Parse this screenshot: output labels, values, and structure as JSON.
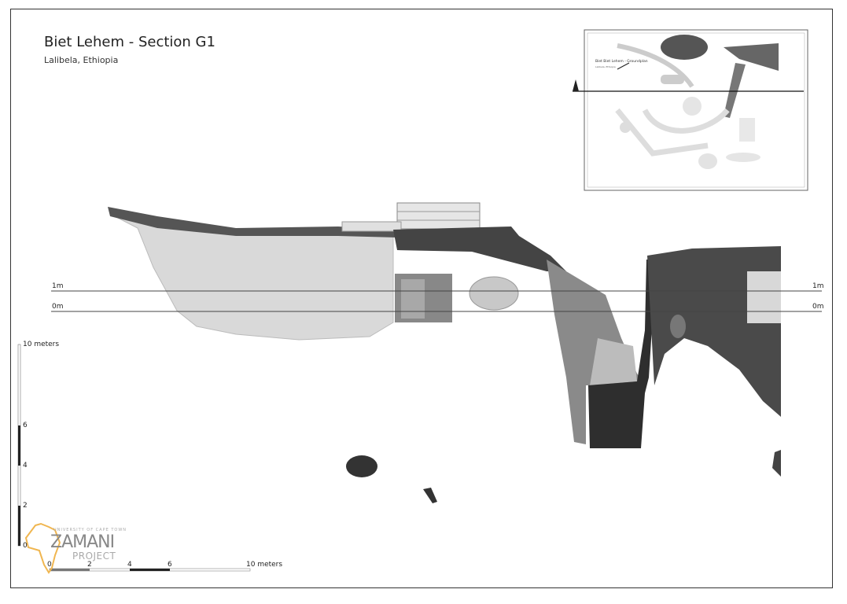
{
  "header": {
    "title": "Biet Lehem - Section G1",
    "subtitle": "Lalibela, Ethiopia"
  },
  "section_lines": {
    "upper_label": "1m",
    "lower_label": "0m"
  },
  "vertical_scale": {
    "labels": [
      "10 meters",
      "6",
      "4",
      "2",
      "0"
    ]
  },
  "horizontal_scale": {
    "labels": [
      "0",
      "2",
      "4",
      "6",
      "10 meters"
    ]
  },
  "inset": {
    "title": "Biet Biet Lehem - Groundplan",
    "subtitle": "Lalibela, Ethiopia"
  },
  "logo": {
    "university": "UNIVERSITY OF CAPE TOWN",
    "name": "ZAMANI",
    "project": "PROJECT"
  },
  "colors": {
    "logo_accent": "#f0b650",
    "frame": "#333333"
  }
}
